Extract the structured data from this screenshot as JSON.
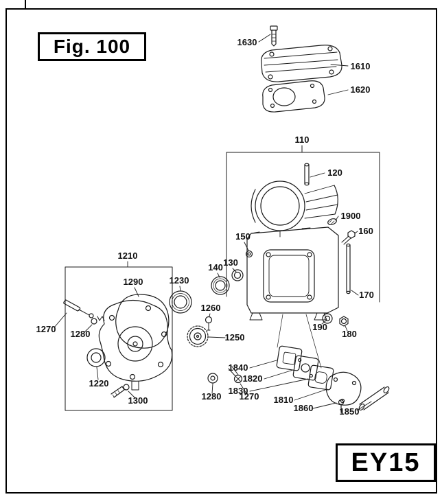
{
  "figure": {
    "fig_label": "Fig. 100",
    "model_label": "EY15"
  },
  "colors": {
    "line": "#1a1a1a",
    "background": "#ffffff"
  },
  "callouts": [
    {
      "text": "1630"
    },
    {
      "text": "1610"
    },
    {
      "text": "1620"
    },
    {
      "text": "110"
    },
    {
      "text": "120"
    },
    {
      "text": "1900"
    },
    {
      "text": "160"
    },
    {
      "text": "150"
    },
    {
      "text": "130"
    },
    {
      "text": "140"
    },
    {
      "text": "170"
    },
    {
      "text": "190"
    },
    {
      "text": "180"
    },
    {
      "text": "1210"
    },
    {
      "text": "1290"
    },
    {
      "text": "1230"
    },
    {
      "text": "1260"
    },
    {
      "text": "1270"
    },
    {
      "text": "1280"
    },
    {
      "text": "1250"
    },
    {
      "text": "1220"
    },
    {
      "text": "1300"
    },
    {
      "text": "1280"
    },
    {
      "text": "1270"
    },
    {
      "text": "1840"
    },
    {
      "text": "1820"
    },
    {
      "text": "1830"
    },
    {
      "text": "1810"
    },
    {
      "text": "1860"
    },
    {
      "text": "1850"
    }
  ]
}
